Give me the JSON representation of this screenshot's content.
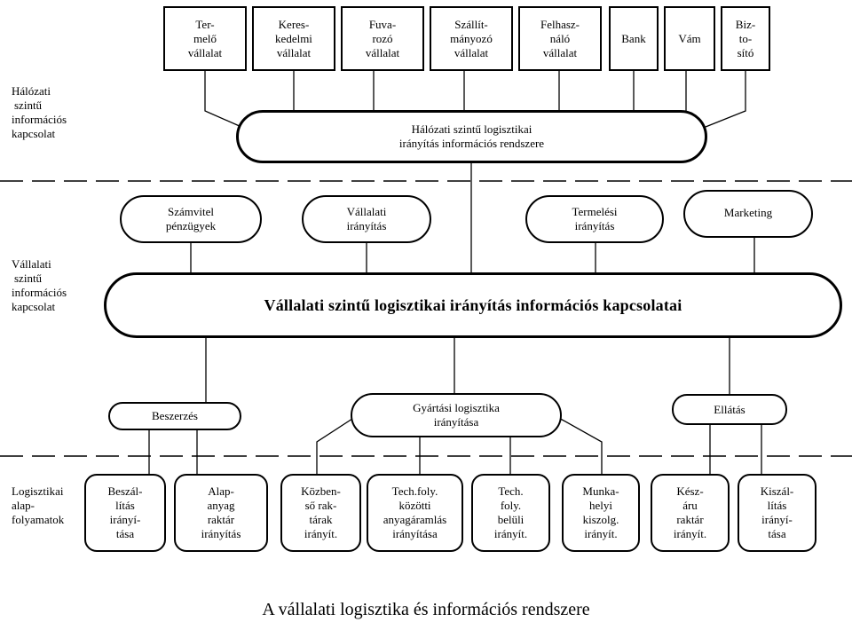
{
  "network_nodes": [
    [
      "Ter-",
      "melő",
      "vállalat"
    ],
    [
      "Keres-",
      "kedelmi",
      "vállalat"
    ],
    [
      "Fuva-",
      "rozó",
      "vállalat"
    ],
    [
      "Szállít-",
      "mányozó",
      "vállalat"
    ],
    [
      "Felhasz-",
      "náló",
      "vállalat"
    ],
    [
      "Bank"
    ],
    [
      "Vám"
    ],
    [
      "Biz-",
      "to-",
      "sító"
    ]
  ],
  "network_hub": [
    "Hálózati szintű logisztikai",
    "irányítás információs rendszere"
  ],
  "enterprise_units": [
    [
      "Számvitel",
      "pénzügyek"
    ],
    [
      "Vállalati",
      "irányítás"
    ],
    [
      "Termelési",
      "irányítás"
    ],
    [
      "Marketing"
    ]
  ],
  "enterprise_hub": "Vállalati szintű logisztikai irányítás információs kapcsolatai",
  "logistics_hubs": {
    "beszerzes": [
      "Beszerzés"
    ],
    "gyartasi": [
      "Gyártási logisztika",
      "irányítása"
    ],
    "ellatas": [
      "Ellátás"
    ]
  },
  "process_boxes": [
    [
      "Beszál-",
      "lítás",
      "irányí-",
      "tása"
    ],
    [
      "Alap-",
      "anyag",
      "raktár",
      "irányítás"
    ],
    [
      "Közben-",
      "ső rak-",
      "tárak",
      "irányít."
    ],
    [
      "Tech.foly.",
      "közötti",
      "anyagáramlás",
      "irányítása"
    ],
    [
      "Tech.",
      "foly.",
      "belüli",
      "irányít."
    ],
    [
      "Munka-",
      "helyi",
      "kiszolg.",
      "irányít."
    ],
    [
      "Kész-",
      "áru",
      "raktár",
      "irányít."
    ],
    [
      "Kiszál-",
      "lítás",
      "irányí-",
      "tása"
    ]
  ],
  "level_labels": {
    "network": [
      "Hálózati",
      "szintű",
      "információs",
      "kapcsolat"
    ],
    "enterprise": [
      "Vállalati",
      "szintű",
      "információs",
      "kapcsolat"
    ],
    "process": [
      "Logisztikai",
      "alap-",
      "folyamatok"
    ]
  },
  "caption": "A vállalati logisztika és információs rendszere"
}
